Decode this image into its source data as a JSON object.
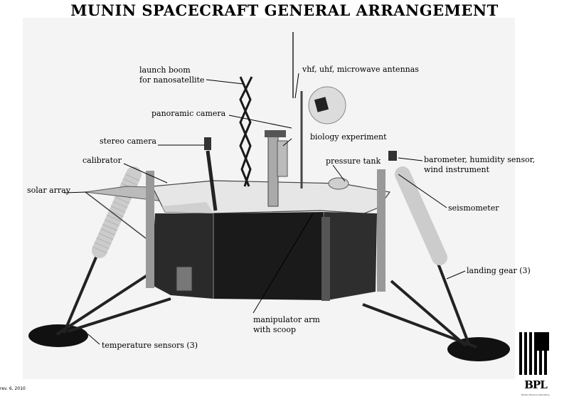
{
  "title": "MUNIN SPACECRAFT GENERAL ARRANGEMENT",
  "labels": {
    "launch_boom": [
      "launch boom",
      "for nanosatellite"
    ],
    "antennas": [
      "vhf, uhf, microwave antennas"
    ],
    "panoramic_camera": [
      "panoramic camera"
    ],
    "biology_experiment": [
      "biology experiment"
    ],
    "stereo_camera": [
      "stereo camera"
    ],
    "calibrator": [
      "calibrator"
    ],
    "pressure_tank": [
      "pressure tank"
    ],
    "barometer": [
      "barometer, humidity sensor,",
      "wind instrument"
    ],
    "solar_array": [
      "solar array"
    ],
    "seismometer": [
      "seismometer"
    ],
    "landing_gear": [
      "landing gear (3)"
    ],
    "manipulator_arm": [
      "manipulator arm",
      "with scoop"
    ],
    "temperature_sensors": [
      "temperature sensors (3)"
    ]
  },
  "revision": "rev. 6, 2010",
  "logo": {
    "text": "BPL",
    "subtext": "Boston Physics Laboratory"
  }
}
